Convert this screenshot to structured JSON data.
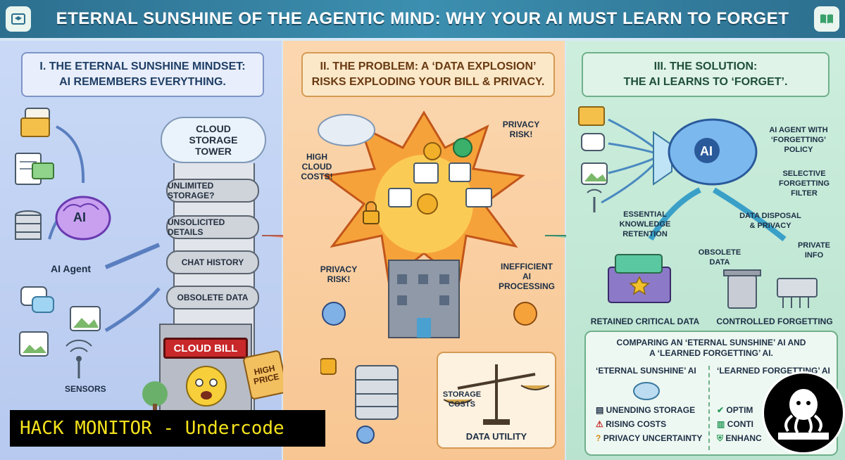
{
  "header": {
    "title": "ETERNAL SUNSHINE OF THE AGENTIC MIND: WHY YOUR AI MUST LEARN TO FORGET"
  },
  "panel1": {
    "banner_line1": "I. THE ETERNAL SUNSHINE MINDSET:",
    "banner_line2": "AI REMEMBERS EVERYTHING.",
    "brain_label": "AI",
    "agent_label": "AI Agent",
    "sensors_label": "SENSORS",
    "cloud_label": "CLOUD STORAGE TOWER",
    "tower_items": [
      "UNLIMITED STORAGE?",
      "UNSOLICITED DETAILS",
      "CHAT HISTORY",
      "OBSOLETE DATA"
    ],
    "bill_label": "CLOUD BILL",
    "tag_label": "HIGH PRICE"
  },
  "panel2": {
    "banner_line1": "II. THE PROBLEM: A ‘DATA EXPLOSION’",
    "banner_line2": "RISKS EXPLODING YOUR BILL & PRIVACY.",
    "high_cloud_costs": "HIGH CLOUD COSTS!",
    "privacy_risk_top": "PRIVACY RISK!",
    "privacy_risk_left": "PRIVACY RISK!",
    "inefficient": "INEFFICIENT AI PROCESSING",
    "storage_costs": "STORAGE COSTS",
    "data_utility": "DATA UTILITY"
  },
  "panel3": {
    "banner_line1": "III. THE SOLUTION:",
    "banner_line2": "THE AI LEARNS TO ‘FORGET’.",
    "brain_label": "AI",
    "agent_policy": "AI AGENT WITH ‘FORGETTING’ POLICY",
    "selective_filter": "SELECTIVE FORGETTING FILTER",
    "essential": "ESSENTIAL KNOWLEDGE RETENTION",
    "disposal": "DATA DISPOSAL & PRIVACY",
    "obsolete": "OBSOLETE DATA",
    "private_info": "PRIVATE INFO",
    "retained": "RETAINED CRITICAL DATA",
    "controlled": "CONTROLLED FORGETTING"
  },
  "compare": {
    "title_line1": "COMPARING AN ‘ETERNAL SUNSHINE’ AI AND",
    "title_line2": "A ‘LEARNED FORGETTING’ AI.",
    "left_head": "‘ETERNAL SUNSHINE’ AI",
    "right_head": "‘LEARNED FORGETTING’ AI",
    "left_items": [
      "UNENDING STORAGE",
      "RISING COSTS",
      "PRIVACY UNCERTAINTY"
    ],
    "right_items": [
      "OPTIM",
      "CONTI",
      "ENHANC"
    ]
  },
  "watermark": {
    "label": "HACK MONITOR - Undercode"
  },
  "colors": {
    "header_bg": "#2d6f8f",
    "panel1_bg": "#c9d9f6",
    "panel2_bg": "#fbd7b0",
    "panel3_bg": "#cdeedd",
    "watermark_fg": "#f4e21c",
    "bill_red": "#c8282a"
  }
}
